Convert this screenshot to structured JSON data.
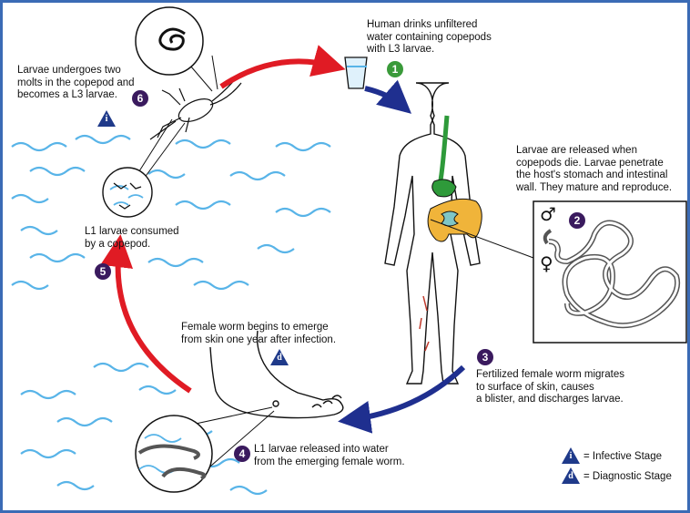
{
  "steps": {
    "step1": {
      "number": "1",
      "text": "Human drinks unfiltered\nwater containing copepods\nwith L3 larvae."
    },
    "step2": {
      "number": "2",
      "text": "Larvae are released when\ncopepods die.  Larvae penetrate\nthe host's stomach and intestinal\nwall.  They mature and reproduce."
    },
    "step3": {
      "number": "3",
      "text": "Fertilized female worm migrates\nto surface of skin, causes\na blister, and discharges larvae."
    },
    "step4": {
      "number": "4",
      "text": "L1 larvae released into water\nfrom the emerging female worm."
    },
    "step5": {
      "number": "5",
      "text": "L1 larvae consumed\nby a copepod."
    },
    "step6": {
      "number": "6",
      "text": "Larvae undergoes two\nmolts in the copepod and\nbecomes a L3 larvae."
    },
    "emergence": {
      "text": "Female worm begins to emerge\nfrom skin one year after infection."
    }
  },
  "legend": {
    "infective": {
      "symbol": "i",
      "label": "= Infective Stage"
    },
    "diagnostic": {
      "symbol": "d",
      "label": "= Diagnostic Stage"
    }
  },
  "sex_symbols": {
    "male": "♂",
    "female": "♀"
  },
  "colors": {
    "badge": "#3a1a5e",
    "badge_step1": "#3a9a3a",
    "arrow_red": "#e01b24",
    "arrow_blue": "#1f2f8f",
    "water": "#58b4e8",
    "esophagus": "#2e9a3a",
    "intestine": "#f0b43a",
    "frame": "#3b6bb5"
  }
}
